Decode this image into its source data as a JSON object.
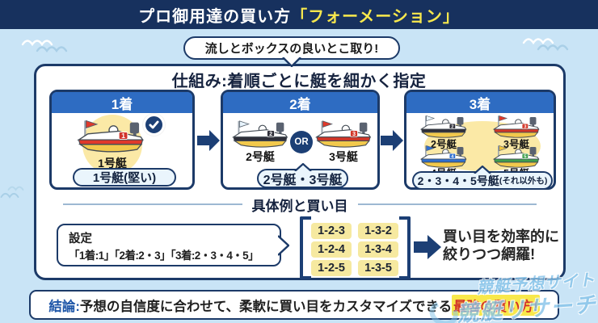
{
  "header": {
    "title_plain": "プロ御用達の買い方",
    "title_accent": "「フォーメーション」"
  },
  "bubble": "流しとボックスの良いとこ取り!",
  "mechanism": {
    "title": "仕組み:着順ごとに艇を細かく指定",
    "panels": [
      {
        "rank": "1着",
        "boats": [
          {
            "label": "1号艇"
          }
        ],
        "pill": "1号艇(堅い)"
      },
      {
        "rank": "2着",
        "or_label": "OR",
        "boats": [
          {
            "label": "2号艇"
          },
          {
            "label": "3号艇"
          }
        ],
        "pill": "2号艇・3号艇"
      },
      {
        "rank": "3着",
        "boats": [
          {
            "label": "2号艇"
          },
          {
            "label": "3号艇"
          },
          {
            "label": "4号艇"
          },
          {
            "label": "5号艇"
          }
        ],
        "pill": "2・3・4・5号艇",
        "pill_sub": "(それ以外も)"
      }
    ]
  },
  "example": {
    "title": "具体例と買い目",
    "settings_label": "設定",
    "settings_value": "「1着:1」「2着:2・3」「3着:2・3・4・5」",
    "combinations": [
      "1-2-3",
      "1-3-2",
      "1-2-4",
      "1-3-4",
      "1-2-5",
      "1-3-5"
    ],
    "result_line1": "買い目を効率的に",
    "result_line2": "絞りつつ網羅!"
  },
  "conclusion": {
    "prefix": "結論:",
    "body": "予想の自信度に合わせて、柔軟に買い目をカスタマイズできる",
    "highlight": "最強の買い方!"
  },
  "watermark": {
    "line1": "競艇予想サイト",
    "line2": "競艇リサーチ"
  },
  "boats": {
    "b1": {
      "num": "1",
      "flag": "#e0392b",
      "stripe": "#e0392b",
      "badge": "#d1332a"
    },
    "b2": {
      "num": "2",
      "flag": "#e8f4fc",
      "stripe": "#2e2e38",
      "badge": "#2e2e38"
    },
    "b3": {
      "num": "3",
      "flag": "#e0392b",
      "stripe": "#d23527",
      "badge": "#d23527"
    },
    "b4": {
      "num": "4",
      "flag": "#2f6fd0",
      "stripe": "#2f6fd0",
      "badge": "#2f6fd0"
    },
    "b5": {
      "num": "5",
      "flag": "#f0c43f",
      "stripe": "#3f9e4d",
      "badge": "#3f9e4d"
    }
  },
  "colors": {
    "header_navy": "#17315e",
    "border_navy": "#1c3a68",
    "panel_blue": "#2e6cc2",
    "accent_yellow": "#f7e84d",
    "bg_blue": "#c9e4f6",
    "pill_blue": "#eaf5fc",
    "chip_yellow": "#f6e9a0",
    "circle_yellow": "#fbe9a6",
    "arrow_navy": "#1c3f75",
    "red": "#d1332a",
    "highlight_yellow": "#f8e84b",
    "conclusion_blue": "#1e56a8",
    "boat_bottom_yellow": "#f2c94c",
    "watermark_blue": "#85c3e9"
  }
}
